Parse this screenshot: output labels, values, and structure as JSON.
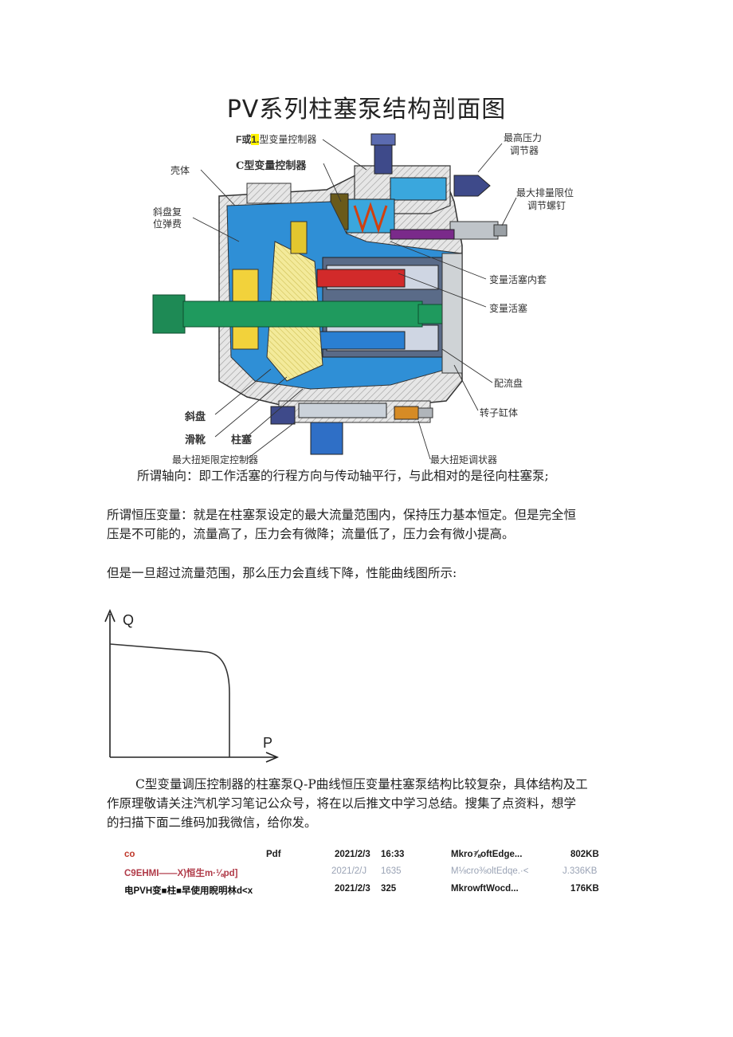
{
  "title": "PV系列柱塞泵结构剖面图",
  "diagram": {
    "labels": {
      "f_or_l_prefix": "F或",
      "f_or_l_highlight": "1.",
      "f_or_l_suffix": "型变量控制器",
      "c_type_controller": "C型变量控制器",
      "housing": "壳体",
      "swash_return_spring_line1": "斜盘复",
      "swash_return_spring_line2": "位弹费",
      "max_pressure_adjuster_line1": "最高压力",
      "max_pressure_adjuster_line2": "调节器",
      "max_displacement_screw_line1": "最大排量限位",
      "max_displacement_screw_line2": "调节螺钉",
      "variable_piston_sleeve": "变量活塞内套",
      "variable_piston": "变量活塞",
      "valve_plate": "配流盘",
      "rotor_cylinder": "转子缸体",
      "swash_plate": "斜盘",
      "slipper": "滑靴",
      "piston": "柱塞",
      "max_torque_limiter": "最大扭矩限定控制器",
      "max_torque_adjuster": "最大扭矩调状器"
    }
  },
  "paragraphs": {
    "p1": "所谓轴向：即工作活塞的行程方向与传动轴平行，与此相对的是径向柱塞泵;",
    "p2_line1": "所谓恒压变量：就是在柱塞泵设定的最大流量范围内，保持压力基本恒定。但是完全恒",
    "p2_line2": "压是不可能的，流量高了，压力会有微降；流量低了，压力会有微小提高。",
    "p3": "但是一旦超过流量范围，那么压力会直线下降，性能曲线图所示:",
    "p4_line1": "C型变量调压控制器的柱塞泵Q-P曲线恒压变量柱塞泵结构比较复杂，具体结构及工",
    "p4_line2": "作原理敬请关注汽机学习笔记公众号，将在以后推文中学习总结。搜集了点资料，想学",
    "p4_line3": "的扫描下面二维码加我微信，给你发。"
  },
  "chart": {
    "y_label": "Q",
    "x_label": "P"
  },
  "files": [
    {
      "name": "co",
      "type": "Pdf",
      "date": "2021/2/3",
      "time": "16:33",
      "app": "Mkro⅞oftEdge...",
      "size": "802KB",
      "name_color": "#c0392b",
      "faded": false
    },
    {
      "name": "C9EHMI——X)恒生m·⅛pd]",
      "type": "",
      "date": "2021/2/J",
      "time": "1635",
      "app": "M⅛cro⅜oltEdqe.·<",
      "size": "J.336KB",
      "name_color": "#b03a48",
      "faded": true
    },
    {
      "name": "电PVH变■柱■早使用睨明林d<x",
      "type": "",
      "date": "2021/2/3",
      "time": "325",
      "app": "MkrowftWocd...",
      "size": "176KB",
      "name_color": "#111111",
      "faded": false
    }
  ]
}
